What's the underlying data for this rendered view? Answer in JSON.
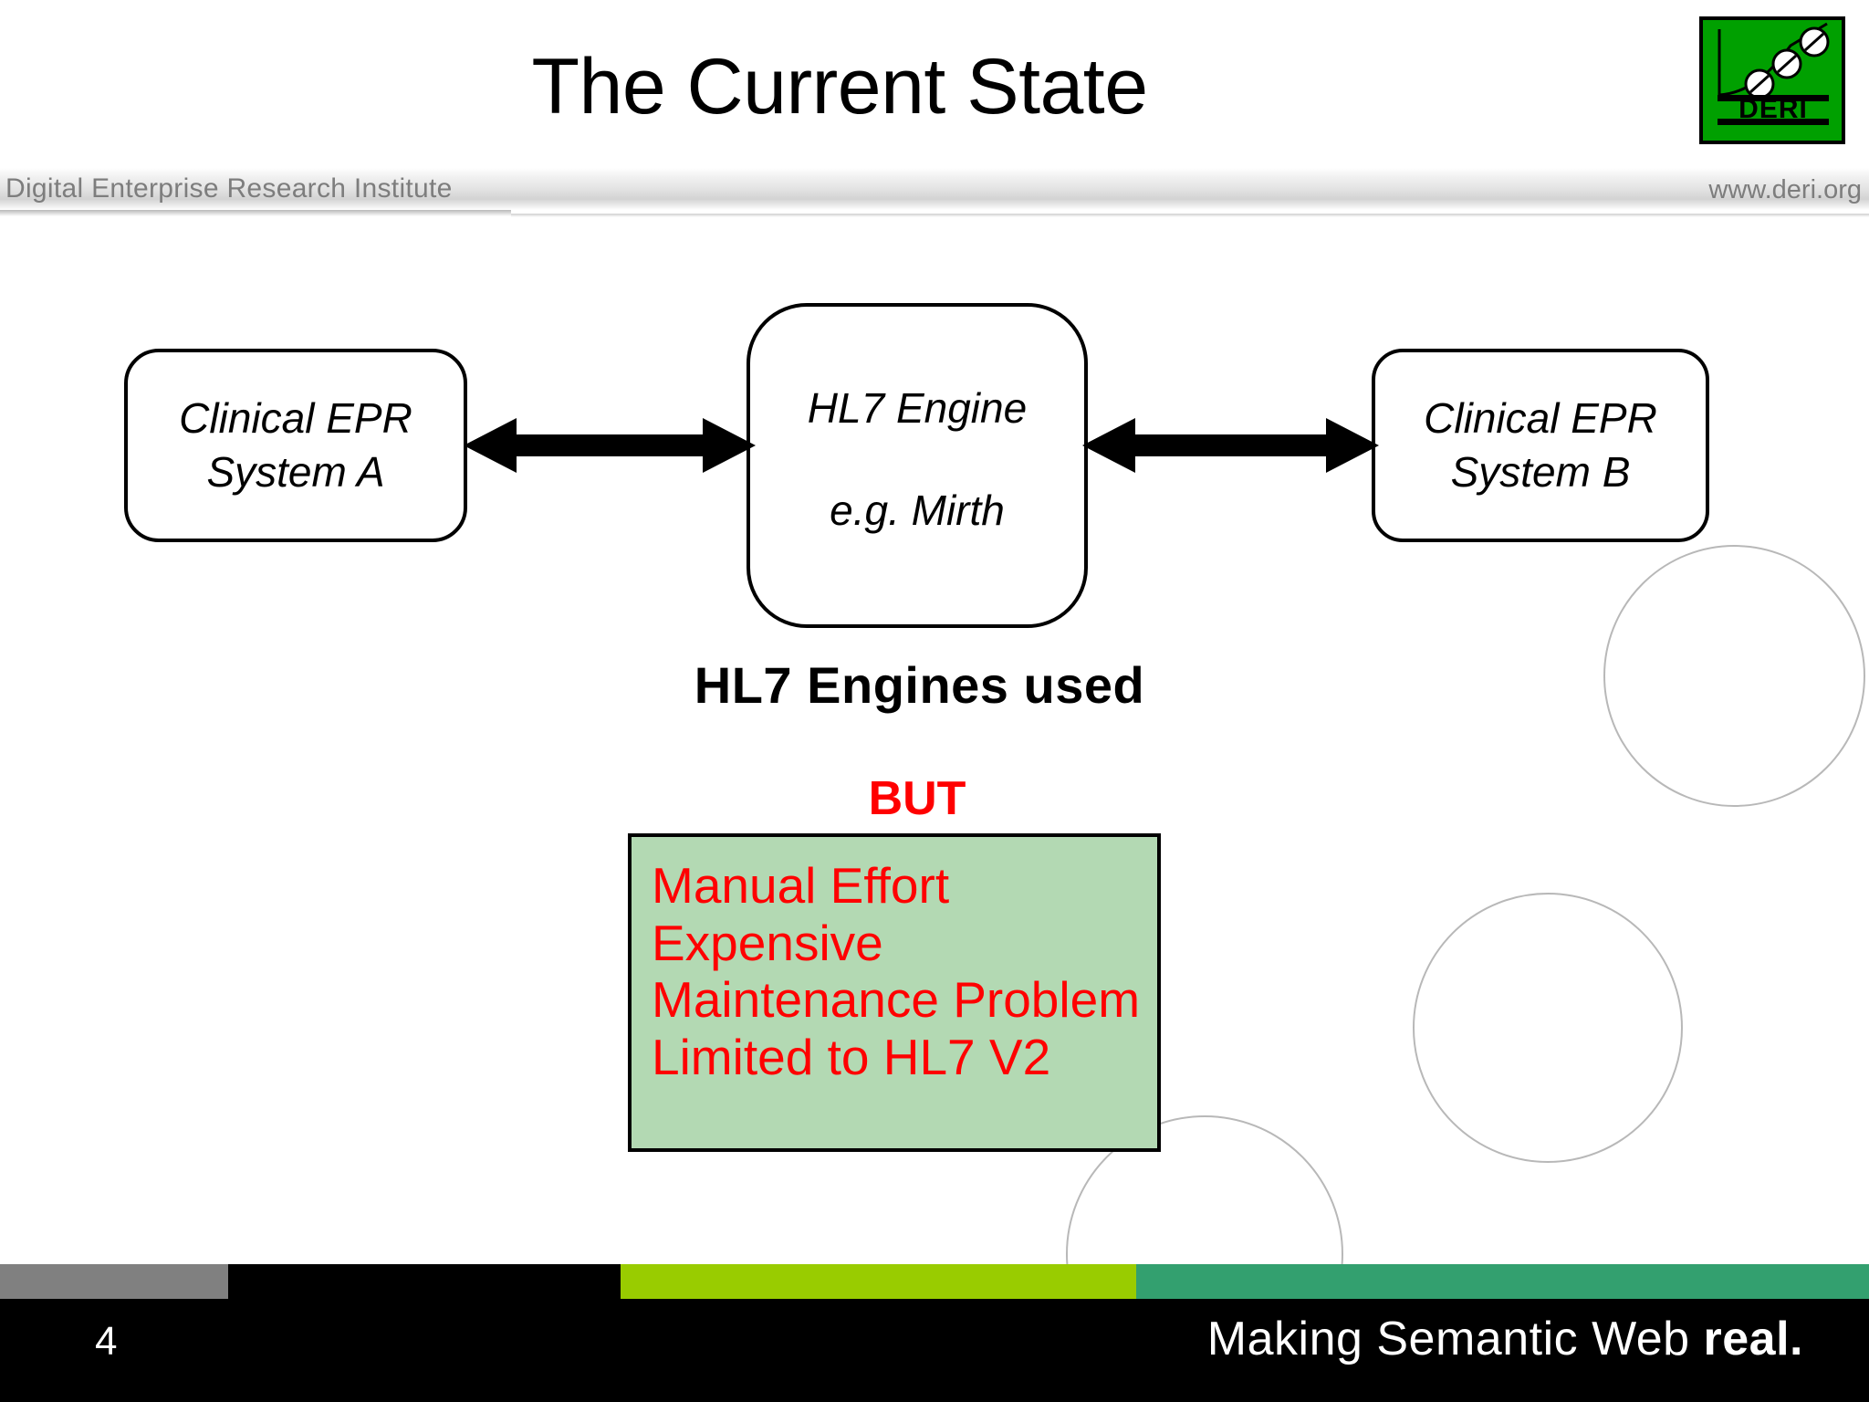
{
  "slide": {
    "title": "The Current State",
    "page_number": "4",
    "background_color": "#ffffff"
  },
  "logo": {
    "name": "DERI",
    "text": "DERI",
    "background_color": "#00a000",
    "border_color": "#000000",
    "dot_count": 3
  },
  "header": {
    "left_text": "Digital Enterprise Research Institute",
    "right_text": "www.deri.org",
    "text_color": "#7d7d7d"
  },
  "diagram": {
    "nodes": [
      {
        "id": "system-a",
        "line1": "Clinical  EPR",
        "line2": "System A"
      },
      {
        "id": "hl7-engine",
        "line1": "HL7 Engine",
        "line2": "e.g. Mirth"
      },
      {
        "id": "system-b",
        "line1": "Clinical  EPR",
        "line2": "System B"
      }
    ],
    "connectors": [
      {
        "id": "arrow-a-to-engine",
        "style": "double-headed"
      },
      {
        "id": "arrow-engine-to-b",
        "style": "double-headed"
      }
    ]
  },
  "captions": {
    "engines_used": "HL7 Engines used",
    "but": "BUT",
    "but_color": "#ff0000"
  },
  "issues": {
    "background_color": "#b3d9b3",
    "text_color": "#ff0000",
    "items": [
      "Manual Effort",
      "Expensive",
      "Maintenance Problem",
      "Limited to HL7 V2"
    ]
  },
  "footer": {
    "tagline_prefix": "Making Semantic Web ",
    "tagline_emphasis": "real.",
    "strip_colors": {
      "gray": "#808080",
      "black": "#000000",
      "lime": "#99cc00",
      "teal": "#33a06f"
    }
  }
}
